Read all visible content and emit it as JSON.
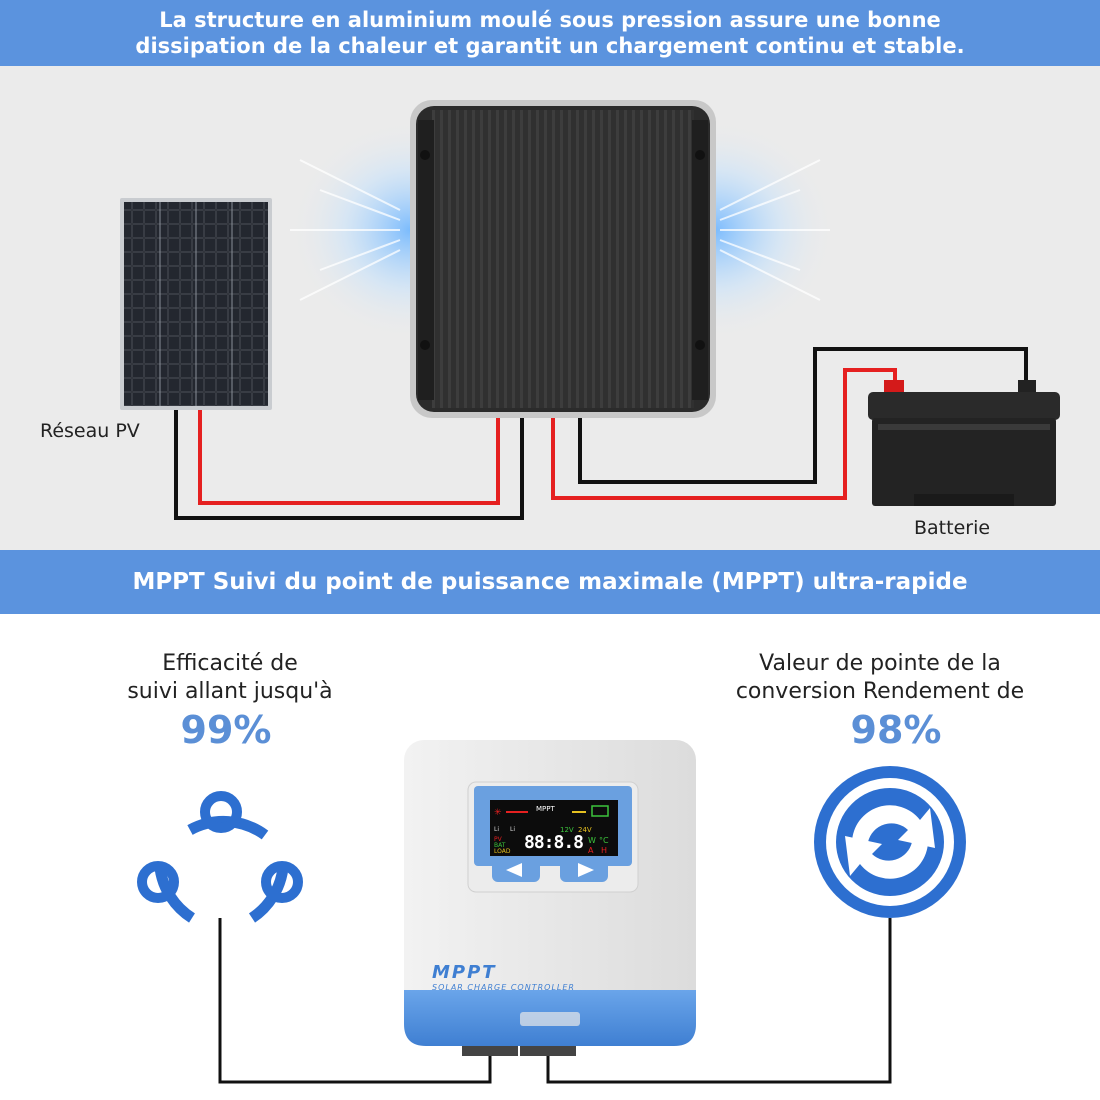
{
  "banner_top": {
    "line1": "La structure en aluminium moulé sous pression assure une bonne",
    "line2": "dissipation de la chaleur et garantit un chargement continu et stable."
  },
  "labels": {
    "pv": "Réseau PV",
    "battery": "Batterie"
  },
  "banner_mid": "MPPT Suivi du point de puissance maximale (MPPT) ultra-rapide",
  "feature_left": {
    "line1": "Efficacité de",
    "line2": "suivi allant jusqu'à",
    "percent": "99%",
    "icon": "network-cycle-icon"
  },
  "feature_right": {
    "line1": "Valeur de pointe de la",
    "line2": "conversion Rendement de",
    "percent": "98%",
    "icon": "conversion-arrows-icon"
  },
  "controller": {
    "brand": "MPPT",
    "subtitle": "SOLAR CHARGE CONTROLLER",
    "display_digits": "88:8.8",
    "display_mppt": "MPPT",
    "display_12v": "12V",
    "display_24v": "24V",
    "display_pv": "PV",
    "display_bat": "BAT",
    "display_load": "LOAD",
    "display_w": "W",
    "display_c": "°C",
    "display_a": "A",
    "display_h": "H",
    "display_lith1": "Li",
    "display_lith2": "Li"
  },
  "colors": {
    "accent_blue": "#5b93de",
    "wire_red": "#e52020",
    "wire_black": "#111111"
  }
}
